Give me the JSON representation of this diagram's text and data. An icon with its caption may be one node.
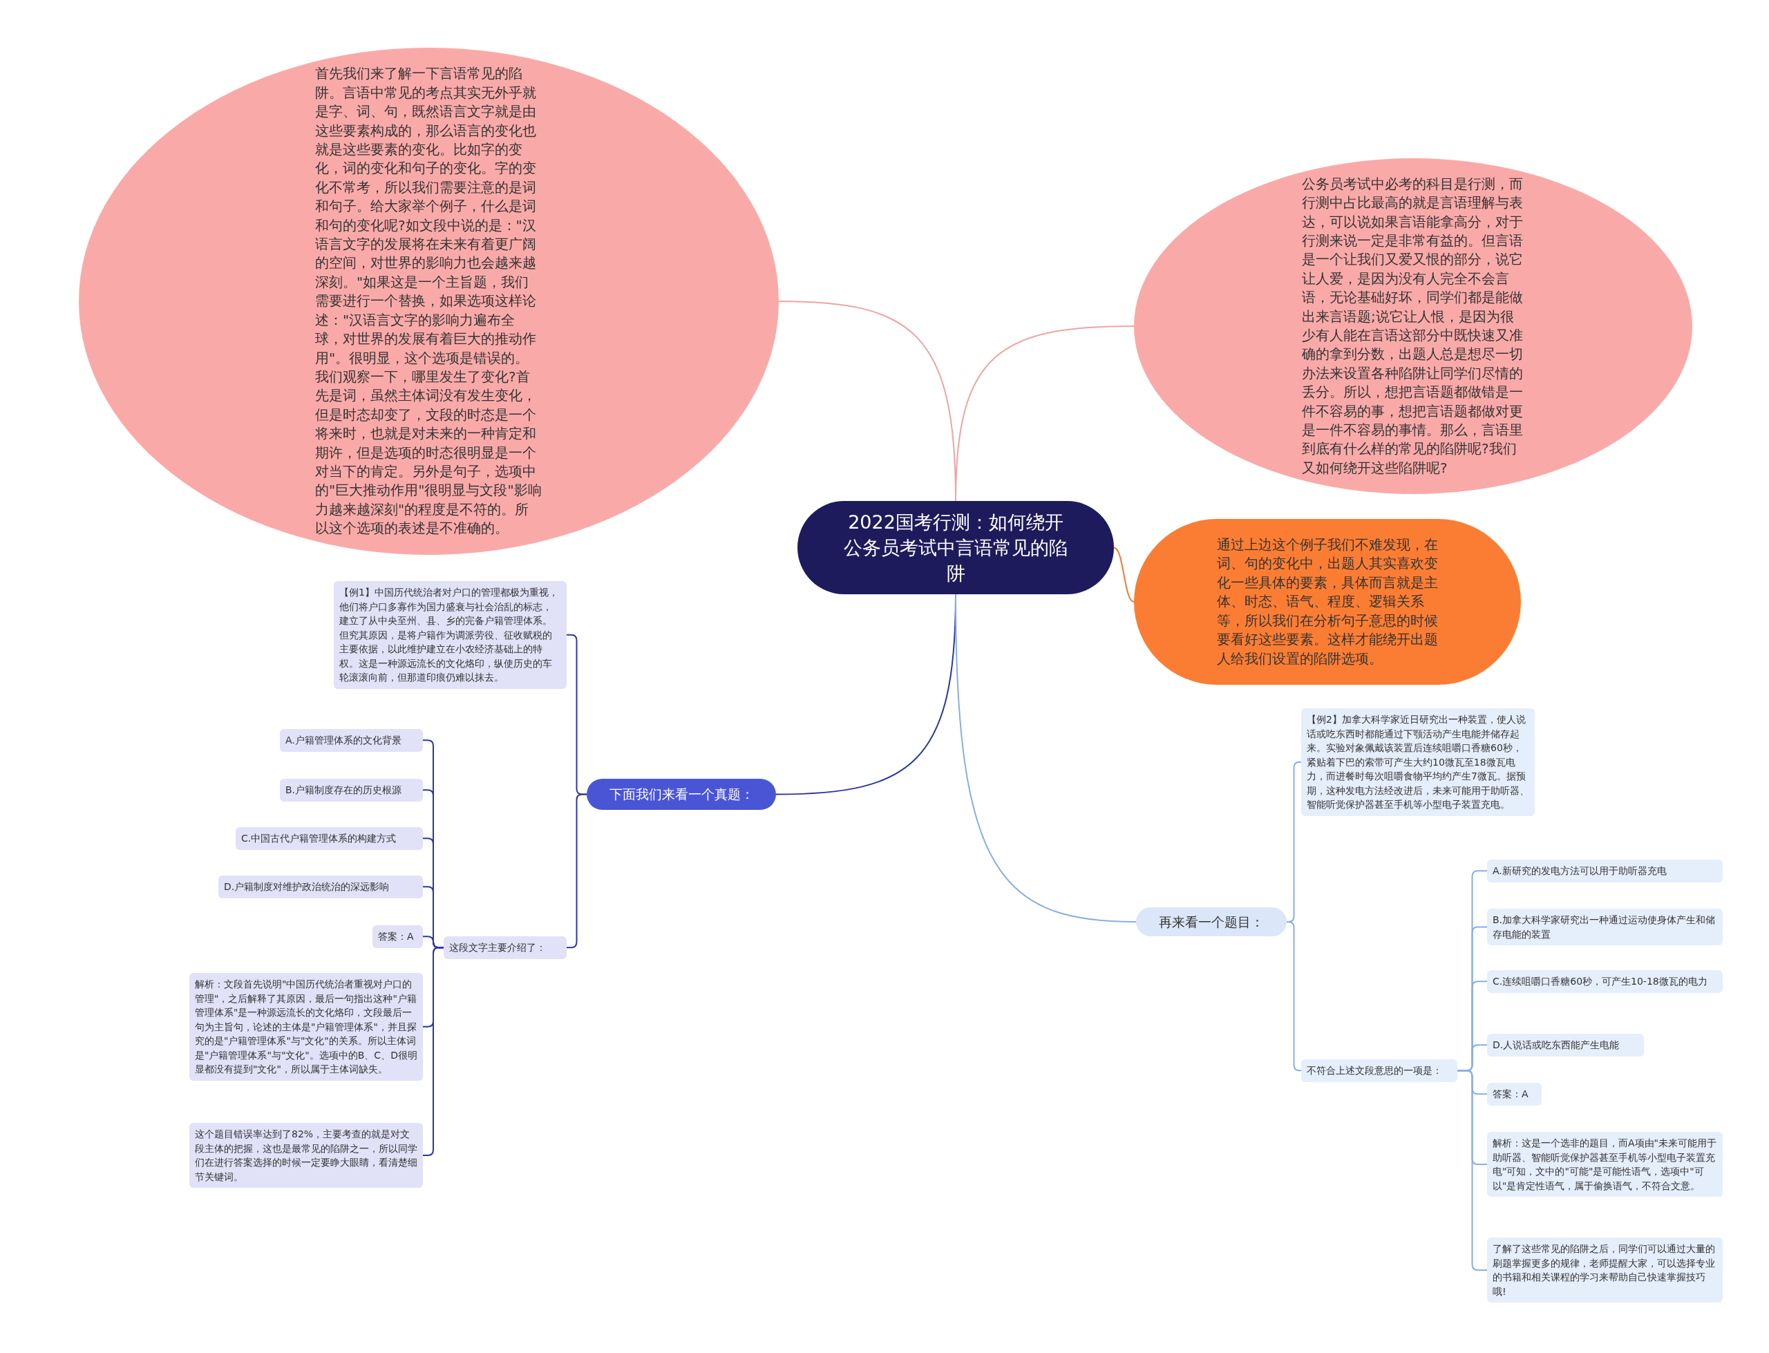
{
  "diagram": {
    "nodes": [
      {
        "text": [
          "2022国考行测：如何绕开公务员考试中言语常见的陷阱"
        ]
      },
      {
        "text": [
          "首先我们来了解一下言语常见的陷阱。言语中常见的考点其实无外乎就是字、词、句，既然语言文字就是由这些要素构成的，那么语言的变化也就是这些要素的变化。比如字的变化，词的变化和句子的变化。字的变化不常考，所以我们需要注意的是词和句子。给大家举个例子，什么是词和句的变化呢?如文段中说的是：\"汉语言文字的发展将在未来有着更广阔的空间，对世界的影响力也会越来越深刻。\"如果这是一个主旨题，我们需要进行一个替换，如果选项这样论述：\"汉语言文字的影响力遍布全球，对世界的发展有着巨大的推动作用\"。很明显，这个选项是错误的。我们观察一下，哪里发生了变化?首先是词，虽然主体词没有发生变化，但是时态却变了，文段的时态是一个将来时，也就是对未来的一种肯定和期许，但是选项的时态很明显是一个对当下的肯定。另外是句子，选项中的\"巨大推动作用\"很明显与文段\"影响力越来越深刻\"的程度是不符的。所以这个选项的表述是不准确的。"
        ]
      },
      {
        "text": [
          "公务员考试中必考的科目是行测，而行测中占比最高的就是言语理解与表达，可以说如果言语能拿高分，对于行测来说一定是非常有益的。但言语是一个让我们又爱又恨的部分，说它让人爱，是因为没有人完全不会言语，无论基础好坏，同学们都是能做出来言语题;说它让人恨，是因为很少有人能在言语这部分中既快速又准确的拿到分数，出题人总是想尽一切办法来设置各种陷阱让同学们尽情的丢分。所以，想把言语题都做错是一件不容易的事，想把言语题都做对更是一件不容易的事情。那么，言语里到底有什么样的常见的陷阱呢?我们又如何绕开这些陷阱呢?"
        ]
      },
      {
        "text": [
          "通过上边这个例子我们不难发现，在词、句的变化中，出题人其实喜欢变化一些具体的要素，具体而言就是主体、时态、语气、程度、逻辑关系等，所以我们在分析句子意思的时候要看好这些要素。这样才能绕开出题人给我们设置的陷阱选项。"
        ]
      },
      {
        "text": [
          "下面我们来看一个真题："
        ]
      },
      {
        "text": [
          "【例1】中国历代统治者对户口的管理都极为重视，他们将户口多寡作为国力盛衰与社会治乱的标志，建立了从中央至州、县、乡的完备户籍管理体系。但究其原因，是将户籍作为调派劳役、征收赋税的主要依据，以此维护建立在小农经济基础上的特权。这是一种源远流长的文化烙印，纵使历史的车轮滚滚向前，但那道印痕仍难以抹去。"
        ]
      },
      {
        "text": [
          "这段文字主要介绍了："
        ]
      },
      {
        "text": [
          "A.户籍管理体系的文化背景"
        ]
      },
      {
        "text": [
          "B.户籍制度存在的历史根源"
        ]
      },
      {
        "text": [
          "C.中国古代户籍管理体系的构建方式"
        ]
      },
      {
        "text": [
          "D.户籍制度对维护政治统治的深远影响"
        ]
      },
      {
        "text": [
          "答案：A"
        ]
      },
      {
        "text": [
          "解析：文段首先说明\"中国历代统治者重视对户口的管理\"，之后解释了其原因，最后一句指出这种\"户籍管理体系\"是一种源远流长的文化烙印，文段最后一句为主旨句，论述的主体是\"户籍管理体系\"，并且探究的是\"户籍管理体系\"与\"文化\"的关系。所以主体词是\"户籍管理体系\"与\"文化\"。选项中的B、C、D很明显都没有提到\"文化\"，所以属于主体词缺失。"
        ]
      },
      {
        "text": [
          "这个题目错误率达到了82%，主要考查的就是对文段主体的把握，这也是最常见的陷阱之一，所以同学们在进行答案选择的时候一定要睁大眼睛，看清楚细节关键词。"
        ]
      },
      {
        "text": [
          "再来看一个题目："
        ]
      },
      {
        "text": [
          "【例2】加拿大科学家近日研究出一种装置，使人说话或吃东西时都能通过下颚活动产生电能并储存起来。实验对象佩戴该装置后连续咀嚼口香糖60秒，紧贴着下巴的索带可产生大约10微瓦至18微瓦电力，而进餐时每次咀嚼食物平均约产生7微瓦。据预期，这种发电方法经改进后，未来可能用于助听器、智能听觉保护器甚至手机等小型电子装置充电。"
        ]
      },
      {
        "text": [
          "不符合上述文段意思的一项是："
        ]
      },
      {
        "text": [
          "A.新研究的发电方法可以用于助听器充电"
        ]
      },
      {
        "text": [
          "B.加拿大科学家研究出一种通过运动使身体产生和储存电能的装置"
        ]
      },
      {
        "text": [
          "C.连续咀嚼口香糖60秒，可产生10-18微瓦的电力"
        ]
      },
      {
        "text": [
          "D.人说话或吃东西能产生电能"
        ]
      },
      {
        "text": [
          "答案：A"
        ]
      },
      {
        "text": [
          "解析：这是一个选非的题目，而A项由\"未来可能用于助听器、智能听觉保护器甚至手机等小型电子装置充电\"可知，文中的\"可能\"是可能性语气，选项中\"可以\"是肯定性语气，属于偷换语气，不符合文意。"
        ]
      },
      {
        "text": [
          "了解了这些常见的陷阱之后，同学们可以通过大量的刷题掌握更多的规律，老师提醒大家，可以选择专业的书籍和相关课程的学习来帮助自己快速掌握技巧哦!"
        ]
      }
    ],
    "edges": [
      {
        "from": 0,
        "to": 1,
        "arrow": "none",
        "color": "#f0a3a3"
      },
      {
        "from": 0,
        "to": 2,
        "arrow": "none",
        "color": "#f0a3a3"
      },
      {
        "from": 0,
        "to": 3,
        "arrow": "none",
        "color": "#f07a2e"
      },
      {
        "from": 0,
        "to": 4,
        "arrow": "none"
      },
      {
        "from": 4,
        "to": 5,
        "arrow": "none"
      },
      {
        "from": 4,
        "to": 6,
        "arrow": "none"
      },
      {
        "from": 6,
        "to": 7,
        "arrow": "none"
      },
      {
        "from": 6,
        "to": 8,
        "arrow": "none"
      },
      {
        "from": 6,
        "to": 9,
        "arrow": "none"
      },
      {
        "from": 6,
        "to": 10,
        "arrow": "none"
      },
      {
        "from": 6,
        "to": 11,
        "arrow": "none"
      },
      {
        "from": 6,
        "to": 12,
        "arrow": "none"
      },
      {
        "from": 6,
        "to": 13,
        "arrow": "none"
      },
      {
        "from": 0,
        "to": 14,
        "arrow": "none",
        "color": "#86aee6"
      },
      {
        "from": 14,
        "to": 15,
        "arrow": "none",
        "color": "#86aee6"
      },
      {
        "from": 14,
        "to": 16,
        "arrow": "none",
        "color": "#86aee6"
      },
      {
        "from": 16,
        "to": 17,
        "arrow": "none",
        "color": "#86aee6"
      },
      {
        "from": 16,
        "to": 18,
        "arrow": "none",
        "color": "#86aee6"
      },
      {
        "from": 16,
        "to": 19,
        "arrow": "none",
        "color": "#86aee6"
      },
      {
        "from": 16,
        "to": 20,
        "arrow": "none",
        "color": "#86aee6"
      },
      {
        "from": 16,
        "to": 21,
        "arrow": "none",
        "color": "#86aee6"
      },
      {
        "from": 16,
        "to": 22,
        "arrow": "none",
        "color": "#86aee6"
      },
      {
        "from": 16,
        "to": 23,
        "arrow": "none",
        "color": "#86aee6"
      }
    ]
  }
}
